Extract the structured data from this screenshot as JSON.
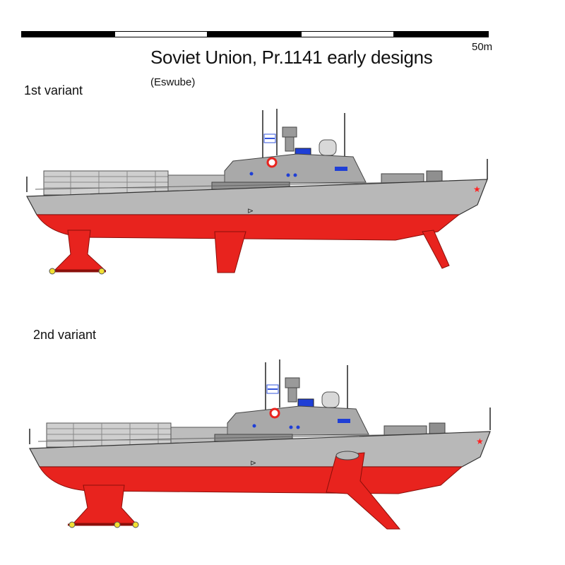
{
  "scale": {
    "label": "50m"
  },
  "title": "Soviet Union, Pr.1141 early designs",
  "subtitle": "(Eswube)",
  "variants": [
    {
      "label": "1st variant"
    },
    {
      "label": "2nd variant"
    }
  ],
  "colors": {
    "hull_upper": "#b8b8b8",
    "superstructure": "#a9a9a9",
    "hull_lower": "#e8231e",
    "hull_lower_shade": "#b01812",
    "window_blue": "#1f3fd6",
    "foil_tips": "#f2e033",
    "flag_star": "#ff2020"
  }
}
